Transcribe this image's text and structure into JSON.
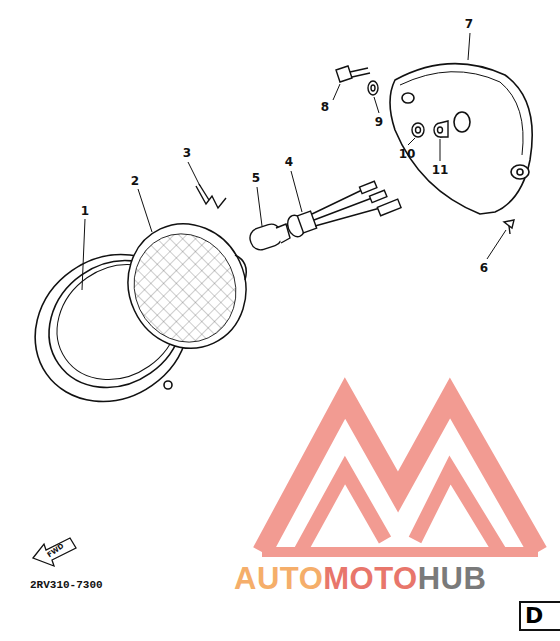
{
  "diagram": {
    "labels": [
      "1",
      "2",
      "3",
      "4",
      "5",
      "6",
      "7",
      "8",
      "9",
      "10",
      "11",
      "FWD",
      "2RV310-7300",
      "AUTO",
      "MOTO",
      "HUB",
      "D"
    ]
  }
}
